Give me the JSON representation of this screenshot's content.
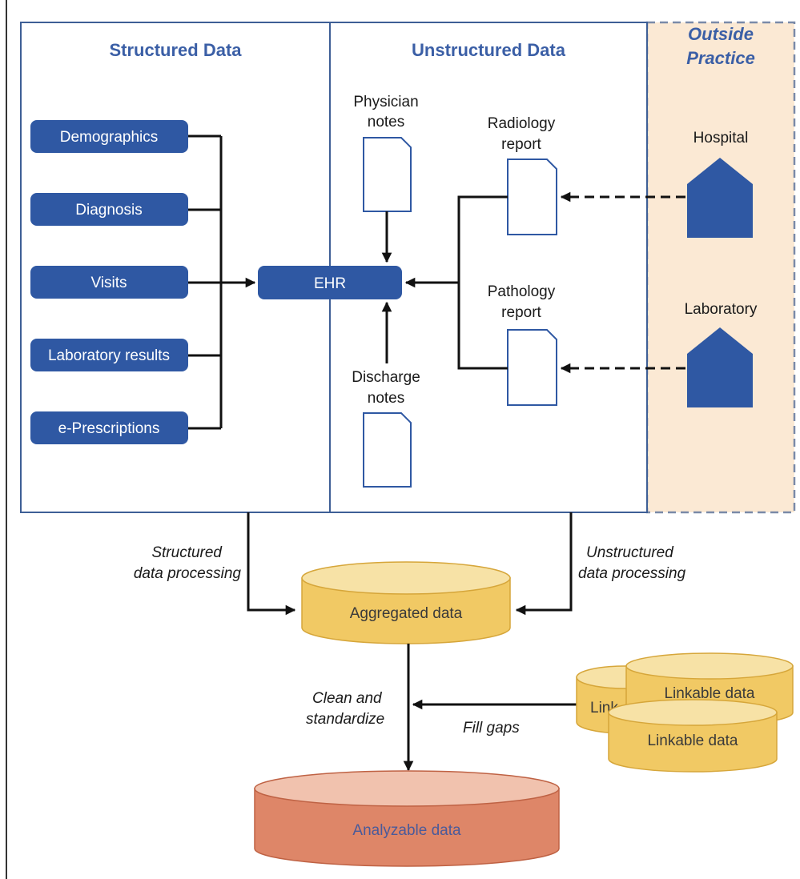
{
  "sections": {
    "structured_title": "Structured Data",
    "unstructured_title": "Unstructured Data",
    "outside_title_line1": "Outside",
    "outside_title_line2": "Practice"
  },
  "structured_items": [
    "Demographics",
    "Diagnosis",
    "Visits",
    "Laboratory results",
    "e-Prescriptions"
  ],
  "ehr_label": "EHR",
  "documents": {
    "physician_line1": "Physician",
    "physician_line2": "notes",
    "radiology_line1": "Radiology",
    "radiology_line2": "report",
    "pathology_line1": "Pathology",
    "pathology_line2": "report",
    "discharge_line1": "Discharge",
    "discharge_line2": "notes"
  },
  "outside_sources": [
    "Hospital",
    "Laboratory"
  ],
  "processing": {
    "structured_line1": "Structured",
    "structured_line2": "data processing",
    "unstructured_line1": "Unstructured",
    "unstructured_line2": "data processing",
    "clean_line1": "Clean and",
    "clean_line2": "standardize",
    "fill_gaps": "Fill gaps"
  },
  "stores": {
    "aggregated": "Aggregated data",
    "linkable_back_partial": "Link",
    "linkable_top": "Linkable data",
    "linkable_front": "Linkable data",
    "analyzable": "Analyzable data"
  },
  "colors": {
    "accent_blue": "#2f58a3",
    "title_blue": "#3b5fa6",
    "outside_panel": "#fbe9d4",
    "yellow_store": "#f1c964",
    "red_store": "#de8668"
  },
  "icons": {
    "document": "document-icon",
    "building": "building-icon"
  }
}
